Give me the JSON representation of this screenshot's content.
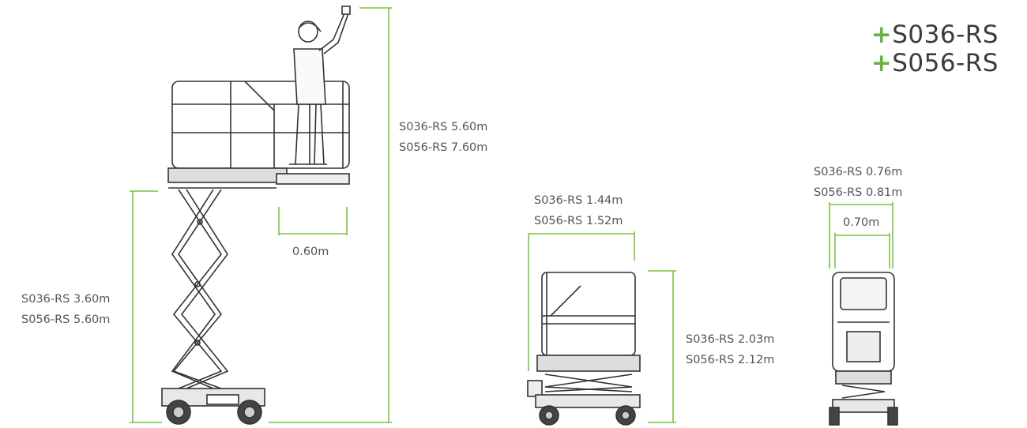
{
  "models": [
    {
      "prefix": "+",
      "name": "S036-RS"
    },
    {
      "prefix": "+",
      "name": "S056-RS"
    }
  ],
  "dimensions": {
    "working_height": [
      "S036-RS 5.60m",
      "S056-RS 7.60m"
    ],
    "platform_height": [
      "S036-RS 3.60m",
      "S056-RS 5.60m"
    ],
    "extension_deck": "0.60m",
    "machine_length": [
      "S036-RS 1.44m",
      "S056-RS 1.52m"
    ],
    "stowed_height": [
      "S036-RS 2.03m",
      "S056-RS 2.12m"
    ],
    "machine_width": [
      "S036-RS 0.76m",
      "S056-RS 0.81m"
    ],
    "platform_width": "0.70m"
  },
  "colors": {
    "dimension_line": "#7cc142",
    "brand_plus": "#6ab33f",
    "drawing_line": "#333333"
  }
}
